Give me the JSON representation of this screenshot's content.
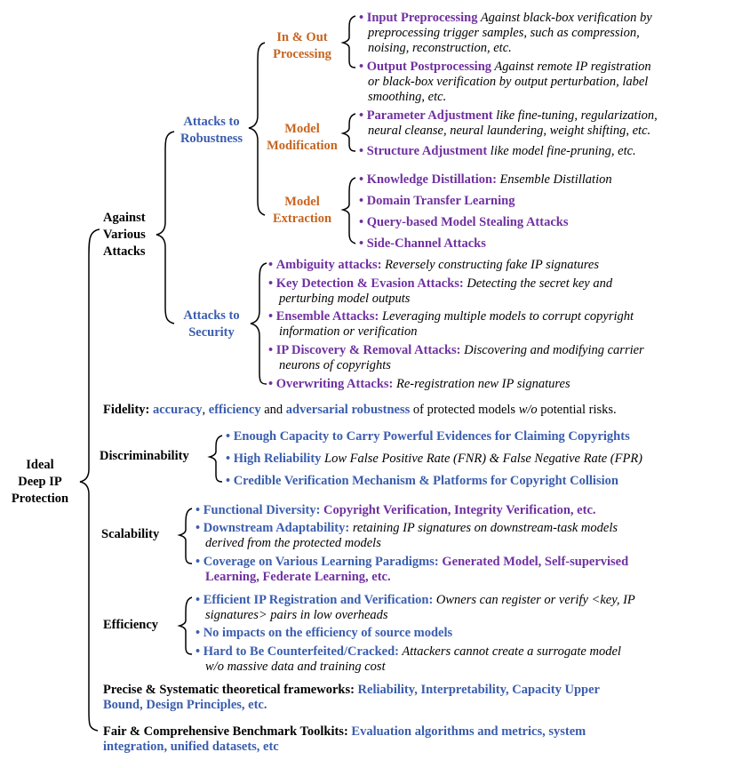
{
  "root": "Ideal\nDeep IP\nProtection",
  "against": "Against\nVarious\nAttacks",
  "robust": "Attacks to\nRobustness",
  "inout": "In & Out\nProcessing",
  "modmod": "Model\nModification",
  "modext": "Model\nExtraction",
  "security": "Attacks to\nSecurity",
  "input_pre_b": "Input Preprocessing",
  "input_pre_i1": " Against black-box verification by",
  "input_pre_i2": "preprocessing trigger samples, such as compression,",
  "input_pre_i3": "noising, reconstruction, etc.",
  "output_post_b": "Output Postprocessing",
  "output_post_i1": " Against remote IP registration",
  "output_post_i2": "or black-box verification by output perturbation, label",
  "output_post_i3": "smoothing, etc.",
  "param_b": "Parameter Adjustment",
  "param_i1": " like fine-tuning, regularization,",
  "param_i2": "neural cleanse, neural laundering, weight shifting, etc.",
  "struct_b": "Structure Adjustment",
  "struct_i": " like model fine-pruning, etc.",
  "kd_b": "Knowledge Distillation:",
  "kd_i": " Ensemble Distillation",
  "dtl": "Domain Transfer Learning",
  "qbm": "Query-based Model Stealing Attacks",
  "sca": "Side-Channel Attacks",
  "amb_b": "Ambiguity attacks:",
  "amb_i": " Reversely constructing fake IP signatures",
  "kde_b": "Key Detection & Evasion Attacks:",
  "kde_i1": " Detecting the secret key and",
  "kde_i2": "perturbing model outputs",
  "ens_b": "Ensemble Attacks:",
  "ens_i1": " Leveraging multiple models to corrupt copyright",
  "ens_i2": "information or verification",
  "ipd_b": "IP Discovery & Removal Attacks:",
  "ipd_i1": " Discovering and modifying carrier",
  "ipd_i2": "neurons of copyrights",
  "ovw_b": "Overwriting Attacks:",
  "ovw_i": " Re-registration new IP signatures",
  "fid_label": "Fidelity:",
  "fid_acc": "accuracy",
  "fid_comma": ",",
  "fid_eff": "efficiency",
  "fid_and": " and ",
  "fid_adv": "adversarial robustness",
  "fid_rest1": " of protected models ",
  "fid_wo": "w/o",
  "fid_rest2": " potential risks.",
  "disc": "Discriminability",
  "disc1": "Enough Capacity to Carry Powerful Evidences for Claiming Copyrights",
  "disc2_b": "High Reliability",
  "disc2_i": " Low False Positive Rate (FNR) & False Negative Rate (FPR)",
  "disc3": "Credible Verification Mechanism & Platforms  for Copyright Collision",
  "scal": "Scalability",
  "sc1_b": "Functional Diversity:",
  "sc1_p": " Copyright Verification, Integrity Verification, etc.",
  "sc2_b": "Downstream Adaptability:",
  "sc2_i1": " retaining IP signatures on downstream-task models",
  "sc2_i2": "derived from the protected models",
  "sc3_b": "Coverage on Various Learning Paradigms:",
  "sc3_p1": " Generated Model, Self-supervised",
  "sc3_p2": "Learning, Federate Learning, etc.",
  "effi": "Efficiency",
  "ef1_b": "Efficient IP Registration and Verification:",
  "ef1_i1": " Owners can register or verify <key, IP",
  "ef1_i2": "signatures> pairs in low overheads",
  "ef2": "No impacts on the efficiency of source models",
  "ef3_b": "Hard to Be Counterfeited/Cracked:",
  "ef3_i1": " Attackers cannot create a surrogate model",
  "ef3_i2": "w/o massive data and training cost",
  "psf_label": "Precise & Systematic theoretical frameworks:",
  "psf_v1": " Reliability, Interpretability, Capacity Upper",
  "psf_v2": "Bound, Design Principles, etc.",
  "fcb_label": "Fair & Comprehensive Benchmark Toolkits:",
  "fcb_v1": " Evaluation algorithms and metrics, system",
  "fcb_v2": "integration, unified datasets, etc",
  "bullet": "•"
}
